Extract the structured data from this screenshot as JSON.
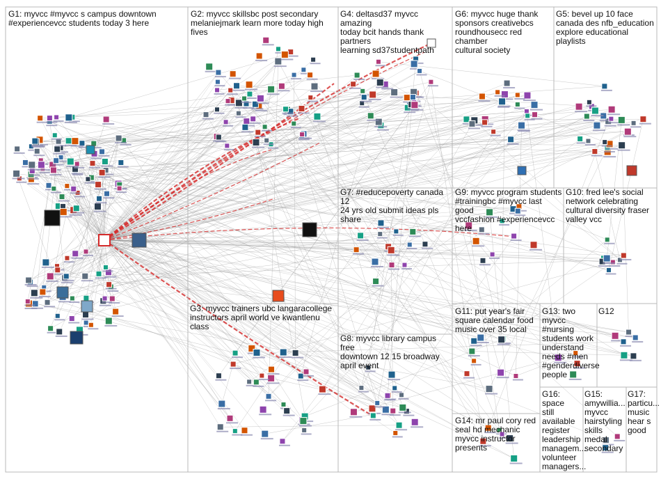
{
  "groups": [
    {
      "id": "G1",
      "label": "G1: myvcc #myvcc s campus downtown\n#experiencevcc students today 3 here"
    },
    {
      "id": "G2",
      "label": "G2: myvcc skillsbc post secondary\nmelaniejmark learn more today high fives"
    },
    {
      "id": "G4",
      "label": "G4: deltasd37 myvcc amazing\ntoday bcit hands thank partners\nlearning sd37studentpath"
    },
    {
      "id": "G6",
      "label": "G6: myvcc huge thank\nsponsors creativebcs\nroundhousecc red chamber\ncultural society"
    },
    {
      "id": "G5",
      "label": "G5: bevel up 10 face\ncanada des nfb_education\nexplore educational\nplaylists"
    },
    {
      "id": "G7",
      "label": "G7: #reducepoverty canada 12\n24 yrs old submit ideas pls\nshare"
    },
    {
      "id": "G9",
      "label": "G9: myvcc program students\n#trainingbc #myvcc last good\nvccfashion #experiencevcc\nhere"
    },
    {
      "id": "G10",
      "label": "G10: fred lee's social\nnetwork celebrating\ncultural diversity fraser\nvalley vcc"
    },
    {
      "id": "G3",
      "label": "G3: myvcc trainers ubc langaracollege\ninstructors april world ve kwantlenu class"
    },
    {
      "id": "G11",
      "label": "G11: put year's fair\nsquare calendar food\nmusic over 35 local"
    },
    {
      "id": "G13",
      "label": "G13: two\nmyvcc #nursing\nstudents work\nunderstand\nneeds #men\n#genderdiverse\npeople"
    },
    {
      "id": "G12",
      "label": "G12"
    },
    {
      "id": "G8",
      "label": "G8: myvcc library campus free\ndowntown 12 15 broadway\napril event"
    },
    {
      "id": "G14",
      "label": "G14: mr paul cory red\nseal hd mechanic\nmyvcc instructor\npresents"
    },
    {
      "id": "G16",
      "label": "G16: space\nstill\navailable\nregister\nleadership\nmanagem...\nvolunteer\nmanagers..."
    },
    {
      "id": "G15",
      "label": "G15:\namywillia...\nmyvcc\nhairstyling\nskills medal\nsecondary"
    },
    {
      "id": "G17",
      "label": "G17:\nparticu...\nmusic\nhear s\ngood"
    }
  ],
  "colors": {
    "grid": "#b8b8b8",
    "edge": "#9a9a9a",
    "hub_edge": "#d42a2a",
    "node_border": "#6a6a9a",
    "accent_blue": "#2e6fb3",
    "accent_red": "#d42a2a"
  },
  "chart_data": {
    "type": "network",
    "hub": "myvcc",
    "groups": [
      "G1",
      "G2",
      "G3",
      "G4",
      "G5",
      "G6",
      "G7",
      "G8",
      "G9",
      "G10",
      "G11",
      "G12",
      "G13",
      "G14",
      "G15",
      "G16",
      "G17"
    ]
  }
}
